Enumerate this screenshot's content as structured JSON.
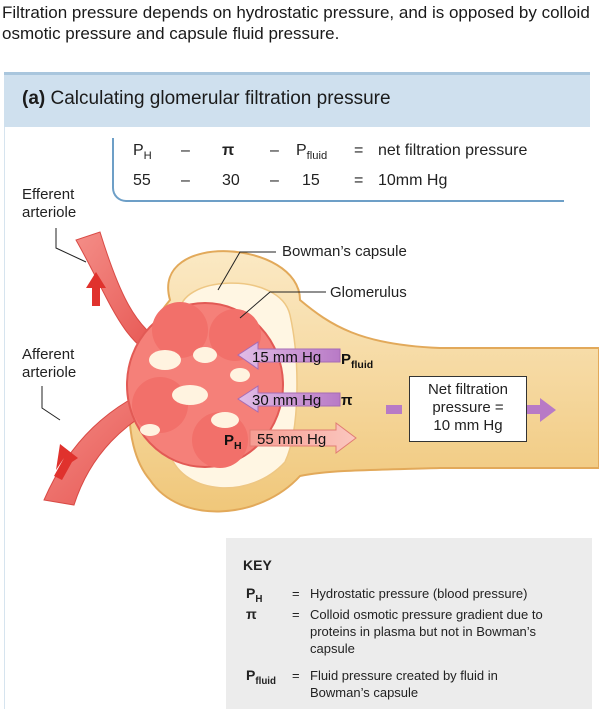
{
  "caption": "Filtration pressure depends on hydrostatic pressure, and is opposed by colloid osmotic pressure and capsule fluid pressure.",
  "panel": {
    "letter": "(a)",
    "title": "Calculating glomerular filtration pressure"
  },
  "equation": {
    "row1": [
      "P",
      "H",
      "–",
      "π",
      "–",
      "P",
      "fluid",
      "=",
      "net filtration pressure"
    ],
    "row2": [
      "55",
      "–",
      "30",
      "–",
      "15",
      "=",
      "10mm Hg"
    ]
  },
  "labels": {
    "efferent": [
      "Efferent",
      "arteriole"
    ],
    "afferent": [
      "Afferent",
      "arteriole"
    ],
    "bowmans": "Bowman’s capsule",
    "glomerulus": "Glomerulus"
  },
  "arrows": {
    "fluid_value": "15 mm Hg",
    "fluid_sym": "P",
    "fluid_sub": "fluid",
    "pi_value": "30 mm Hg",
    "pi_sym": "π",
    "ph_sym": "P",
    "ph_sub": "H",
    "ph_value": "55 mm Hg"
  },
  "net_box": [
    "Net filtration",
    "pressure =",
    "10 mm Hg"
  ],
  "key": {
    "title": "KEY",
    "rows": [
      {
        "sym": "P",
        "sub": "H",
        "eq": "=",
        "def": [
          "Hydrostatic pressure (blood pressure)"
        ]
      },
      {
        "sym": "π",
        "sub": "",
        "eq": "=",
        "def": [
          "Colloid osmotic pressure gradient due to",
          "proteins in plasma but not in Bowman’s",
          "capsule"
        ]
      },
      {
        "sym": "P",
        "sub": "fluid",
        "eq": "=",
        "def": [
          "Fluid pressure created by fluid in",
          "Bowman’s capsule"
        ]
      }
    ]
  },
  "colors": {
    "header_bg": "#cfe0ee",
    "capsule": "#f5d9a0",
    "vessel": "#f26a6a",
    "arrow_purple": "#c48ad0",
    "arrow_pink": "#f7a7a0",
    "key_bg": "#ececec"
  }
}
